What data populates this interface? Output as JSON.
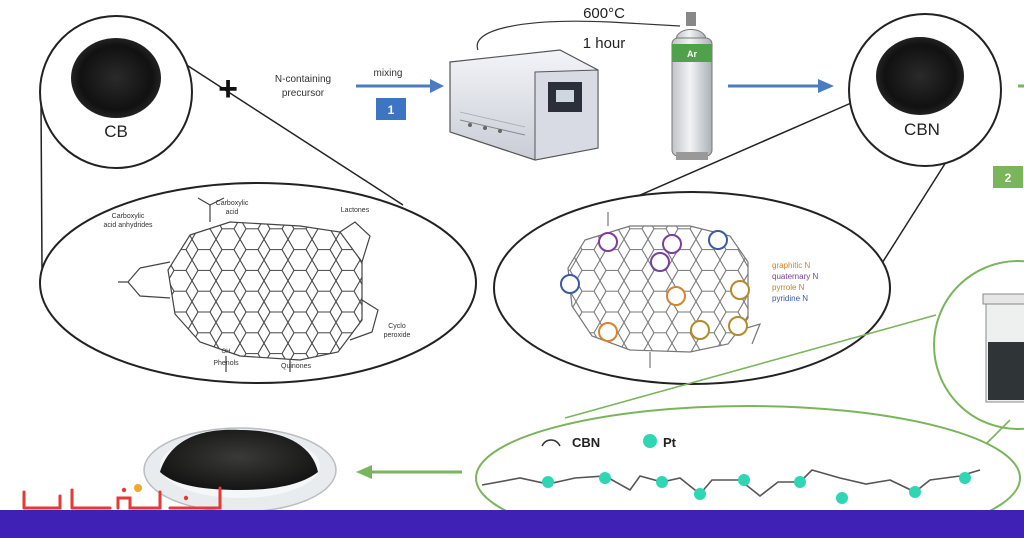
{
  "labels": {
    "cb": "CB",
    "cbn": "CBN",
    "plus": "+",
    "precursor_line1": "N-containing",
    "precursor_line2": "precursor",
    "mixing": "mixing",
    "step1": "1",
    "step2": "2",
    "temperature": "600°C",
    "duration": "1 hour",
    "gas": "Ar"
  },
  "cb_groups": {
    "carboxylic_top_line1": "Carboxylic",
    "carboxylic_top_line2": "acid",
    "anhydrides_line1": "Carboxylic",
    "anhydrides_line2": "acid anhydrides",
    "lactones": "Lactones",
    "cyclo_line1": "Cyclo",
    "cyclo_line2": "peroxide",
    "phenols": "Phenols",
    "quinones": "Quinones",
    "oh": "OH"
  },
  "n_types": [
    "graphitic N",
    "quaternary N",
    "pyrrole N",
    "pyridine N"
  ],
  "n_type_colors": [
    "#d9822b",
    "#7a3fa0",
    "#b58a2a",
    "#3a5aa8"
  ],
  "legend2": {
    "cbn": "CBN",
    "pt": "Pt"
  },
  "colors": {
    "arrow_blue": "#4a7cc0",
    "arrow_green": "#7ab55c",
    "badge_blue": "#3d74c4",
    "badge_green": "#7ab55c",
    "teal": "#2ed6b4",
    "bar": "#3f21b5"
  }
}
